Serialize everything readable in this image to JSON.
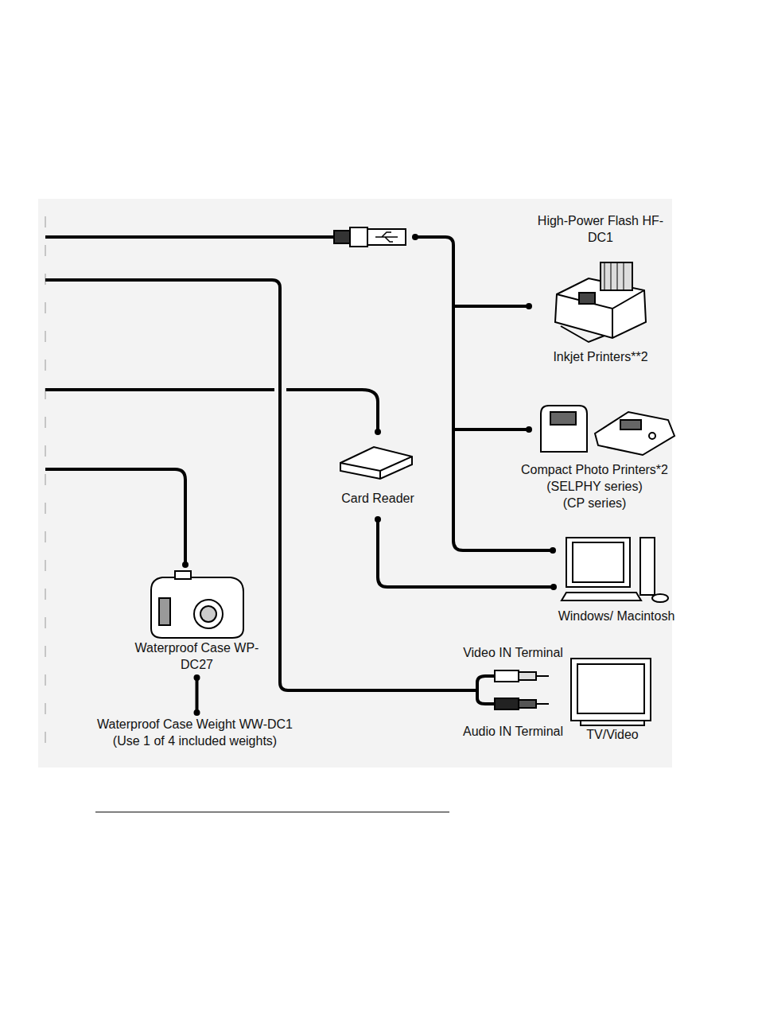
{
  "diagram": {
    "nodes": [
      {
        "text": [
          "Inkjet Printers**2"
        ]
      },
      {
        "text": [
          "Compact Photo Printers*2",
          "(SELPHY series)",
          "(CP series)"
        ]
      },
      {
        "text": [
          "Card Reader"
        ]
      },
      {
        "text": [
          "Windows/ Macintosh"
        ]
      },
      {
        "text": [
          "Waterproof Case WP-DC27"
        ]
      },
      {
        "text": [
          "Waterproof Case Weight WW-DC1",
          "(Use 1 of 4 included weights)"
        ]
      },
      {
        "text": [
          "TV/Video"
        ]
      }
    ],
    "edges": [
      {
        "from": 2,
        "to": 3,
        "arrow": "none"
      },
      {
        "from": 4,
        "to": 5,
        "arrow": "none"
      }
    ],
    "labels": [
      "High-Power Flash HF-DC1",
      "Video IN Terminal",
      "Audio IN Terminal"
    ]
  }
}
